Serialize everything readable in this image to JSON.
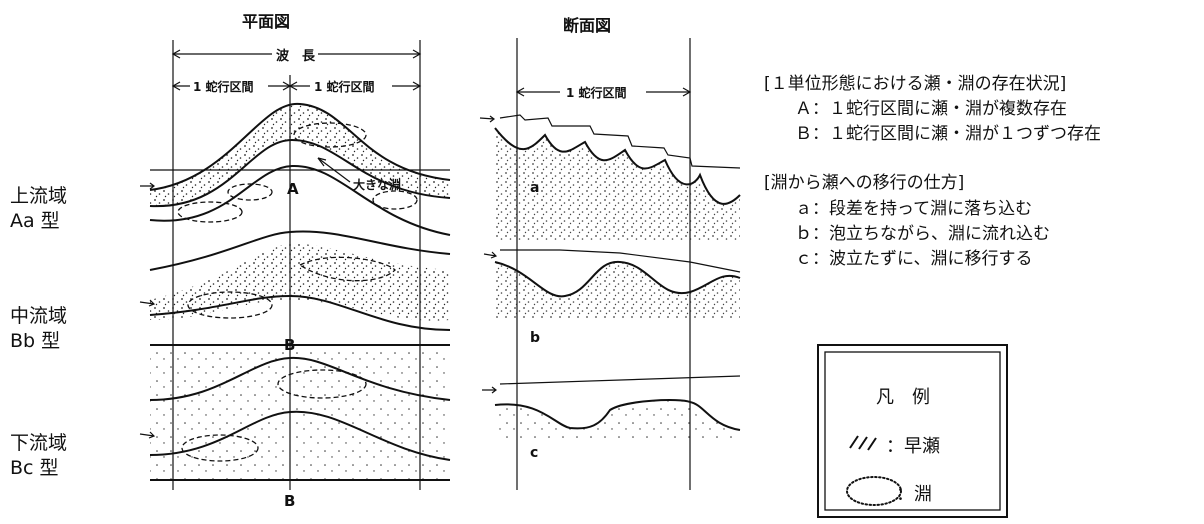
{
  "plan": {
    "title": "平面図",
    "wavelength": "波　長",
    "meander1": "1 蛇行区間",
    "meander2": "1 蛇行区間",
    "big_pool": "大きな淵",
    "letters": [
      "A",
      "B",
      "B"
    ]
  },
  "section": {
    "title": "断面図",
    "meander": "1 蛇行区間",
    "letters": [
      "a",
      "b",
      "c"
    ]
  },
  "zones": [
    {
      "name": "上流域",
      "type": "Aa 型"
    },
    {
      "name": "中流域",
      "type": "Bb 型"
    },
    {
      "name": "下流域",
      "type": "Bc 型"
    }
  ],
  "annotation": {
    "heading1": "[１単位形態における瀬・淵の存在状況]",
    "a_line": "Ａ：１蛇行区間に瀬・淵が複数存在",
    "b_line": "Ｂ：１蛇行区間に瀬・淵が１つずつ存在",
    "heading2": "[淵から瀬への移行の仕方]",
    "a_small": "ａ：段差を持って淵に落ち込む",
    "b_small": "ｂ：泡立ちながら、淵に流れ込む",
    "c_small": "ｃ：波立たずに、淵に移行する"
  },
  "legend": {
    "title": "凡　例",
    "rapid_label": "：早瀬",
    "pool_label": "：淵"
  }
}
